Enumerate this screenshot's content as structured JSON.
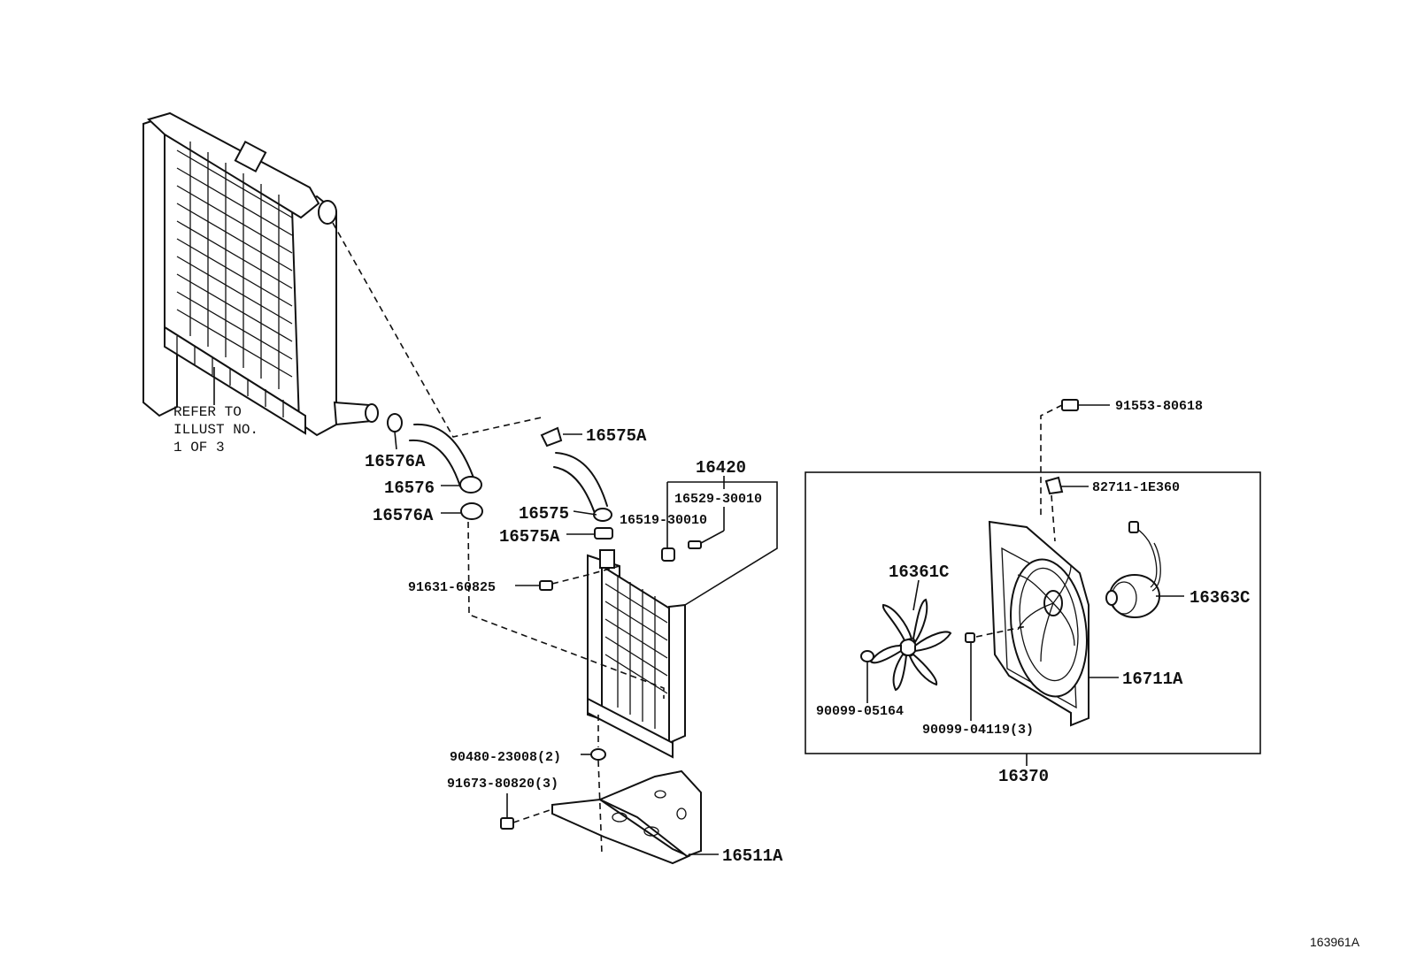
{
  "refer_note": {
    "line1": "REFER TO",
    "line2": "ILLUST NO.",
    "line3": "1 OF 3"
  },
  "labels": {
    "p16575A_top": "16575A",
    "p16420": "16420",
    "p16529": "16529-30010",
    "p16519": "16519-30010",
    "p16576A_top": "16576A",
    "p16576": "16576",
    "p16576A_bot": "16576A",
    "p16575": "16575",
    "p16575A_bot": "16575A",
    "p91631": "91631-60825",
    "p90480": "90480-23008(2)",
    "p91673": "91673-80820(3)",
    "p16511A": "16511A",
    "p91553": "91553-80618",
    "p82711": "82711-1E360",
    "p16361C": "16361C",
    "p16363C": "16363C",
    "p16711A": "16711A",
    "p90099_05164": "90099-05164",
    "p90099_04119": "90099-04119(3)",
    "p16370": "16370"
  },
  "diagram_ref": "163961A"
}
